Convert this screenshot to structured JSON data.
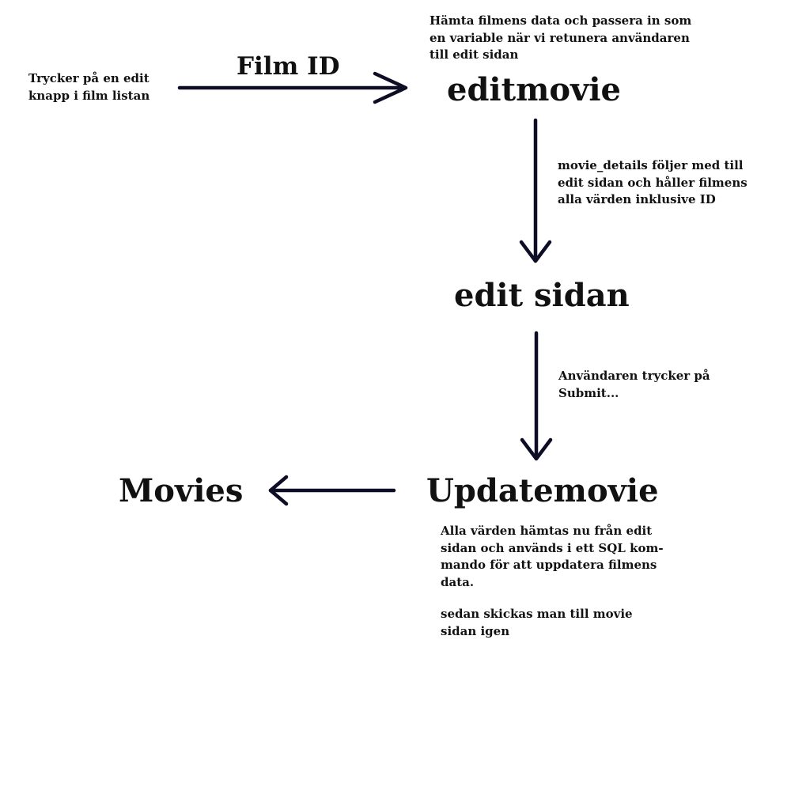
{
  "nodes": {
    "editmovie": "editmovie",
    "edit_sidan": "edit sidan",
    "updatemovie": "Updatemovie",
    "movies": "Movies"
  },
  "edge_labels": {
    "film_id": "Film ID"
  },
  "notes": {
    "trigger": "Trycker på en edit\nknapp i film listan",
    "fetch": "Hämta filmens data och passera in som\nen variable när vi retunera användaren\ntill edit sidan",
    "movie_details": "movie_details följer med till\nedit sidan och håller filmens\nalla värden inklusive ID",
    "submit": "Användaren trycker på\nSubmit...",
    "update_sql": "Alla värden hämtas nu från edit\nsidan och används i ett SQL kom-\nmando för att uppdatera filmens\ndata.",
    "redirect": "sedan skickas man till movie\nsidan igen"
  },
  "colors": {
    "arrow": "#0d0d26",
    "text": "#111111",
    "background": "#ffffff"
  }
}
